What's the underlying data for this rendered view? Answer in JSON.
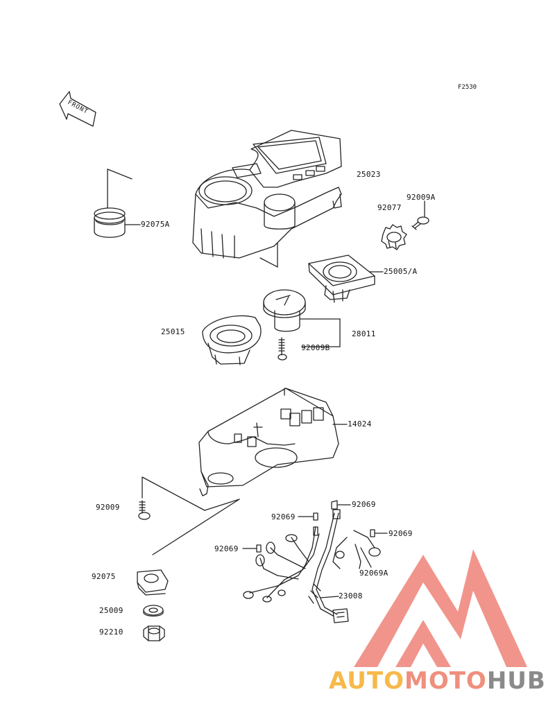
{
  "figure_ref": "F2530",
  "front_label": "FRONT",
  "labels": {
    "p25023": "25023",
    "p92009A": "92009A",
    "p92077": "92077",
    "p92075A": "92075A",
    "p25005A": "25005/A",
    "p28011": "28011",
    "p25015": "25015",
    "p92009B": "92009B",
    "p14024": "14024",
    "p92009": "92009",
    "p92069_a": "92069",
    "p92069_b": "92069",
    "p92069_c": "92069",
    "p92069_d": "92069",
    "p92069A": "92069A",
    "p23008": "23008",
    "p92075": "92075",
    "p25009": "25009",
    "p92210": "92210"
  },
  "watermark": {
    "part1": "AUTO",
    "part2": "MOTO",
    "part3": "HUB",
    "color_part1": "#f6b94a",
    "color_part2": "#ef8f7d",
    "color_part3": "#8a8a8a",
    "logo_color": "#f08a80"
  }
}
